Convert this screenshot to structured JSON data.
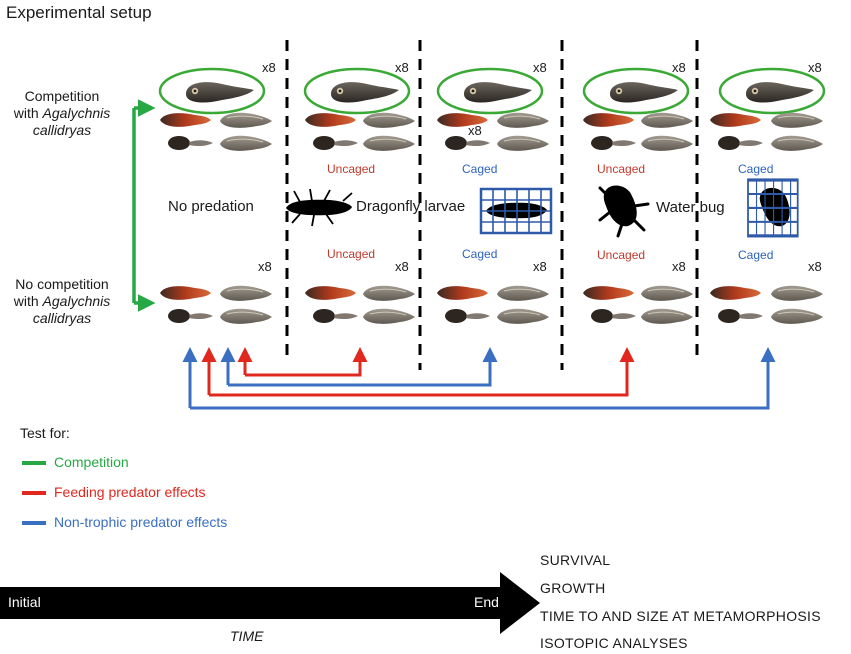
{
  "title": "Experimental setup",
  "rows": {
    "top_label": [
      "Competition",
      "with",
      "Agalychnis",
      "callidryas"
    ],
    "bottom_label": [
      "No competition",
      "with",
      "Agalychnis",
      "callidryas"
    ]
  },
  "replicates": "x8",
  "treatments": {
    "uncaged": "Uncaged",
    "caged": "Caged"
  },
  "predators": {
    "none": "No predation",
    "dragonfly": "Dragonfly larvae",
    "waterbug": "Water bug"
  },
  "legend": {
    "title": "Test for:",
    "items": [
      {
        "label": "Competition",
        "color": "#27a845"
      },
      {
        "label": "Feeding predator effects",
        "color": "#e0281e"
      },
      {
        "label": "Non-trophic predator effects",
        "color": "#3a6fc2"
      }
    ]
  },
  "timeline": {
    "start": "Initial",
    "end": "End",
    "axis": "TIME"
  },
  "outcomes": [
    "SURVIVAL",
    "GROWTH",
    "TIME TO AND SIZE AT METAMORPHOSIS",
    "ISOTOPIC ANALYSES"
  ],
  "colors": {
    "competition": "#27a845",
    "feeding": "#e0281e",
    "nontrophic": "#3a6fc2",
    "cage": "#2e5aa8"
  }
}
